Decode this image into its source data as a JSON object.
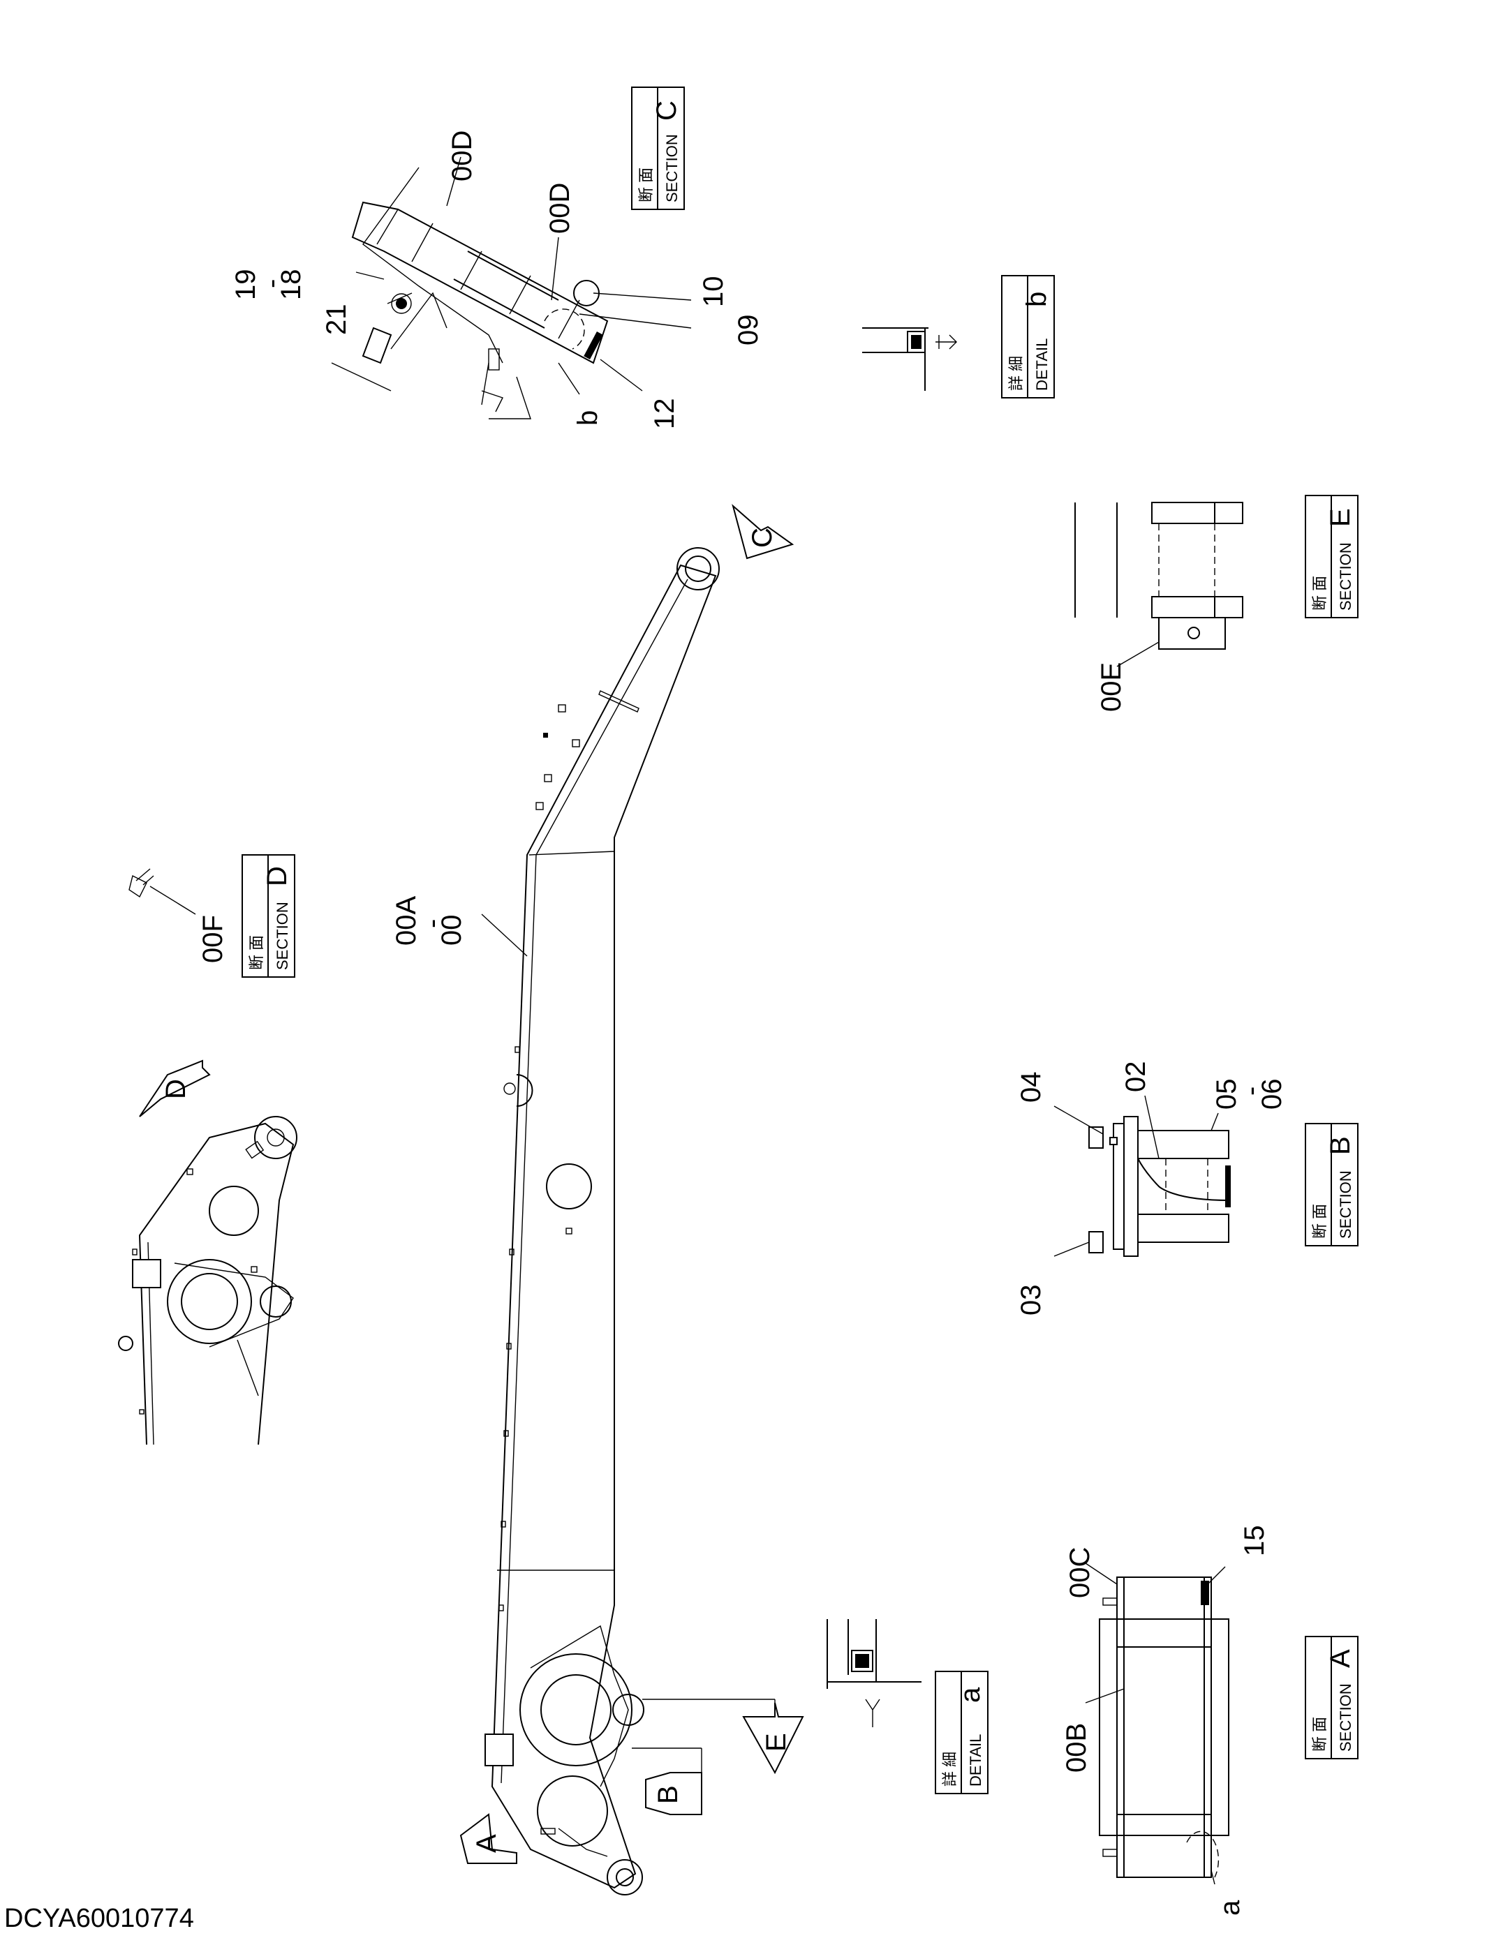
{
  "drawing_code": "DCYA60010774",
  "part_labels": {
    "l_00D_a": "00D",
    "l_00D_b": "00D",
    "l_19": "19",
    "l_dash_19_18": "-",
    "l_18": "18",
    "l_21": "21",
    "l_10": "10",
    "l_09": "09",
    "l_12": "12",
    "l_b": "b",
    "l_00E": "00E",
    "l_00F": "00F",
    "l_00A": "00A",
    "l_dash_00A_00": "-",
    "l_00": "00",
    "l_04": "04",
    "l_02": "02",
    "l_05": "05",
    "l_dash_05_06": "-",
    "l_06": "06",
    "l_03": "03",
    "l_00C": "00C",
    "l_15": "15",
    "l_00B": "00B",
    "l_a": "a"
  },
  "view_markers": {
    "arrow_A": "A",
    "arrow_B": "B",
    "arrow_C": "C",
    "arrow_D": "D",
    "arrow_E": "E"
  },
  "view_boxes": {
    "section_c": {
      "jp": "断  面",
      "en": "SECTION",
      "letter": "C"
    },
    "detail_b": {
      "jp": "詳  細",
      "en": "DETAIL",
      "letter": "b"
    },
    "section_e": {
      "jp": "断  面",
      "en": "SECTION",
      "letter": "E"
    },
    "section_d": {
      "jp": "断  面",
      "en": "SECTION",
      "letter": "D"
    },
    "section_b": {
      "jp": "断  面",
      "en": "SECTION",
      "letter": "B"
    },
    "detail_a": {
      "jp": "詳  細",
      "en": "DETAIL",
      "letter": "a"
    },
    "section_a": {
      "jp": "断  面",
      "en": "SECTION",
      "letter": "A"
    }
  }
}
